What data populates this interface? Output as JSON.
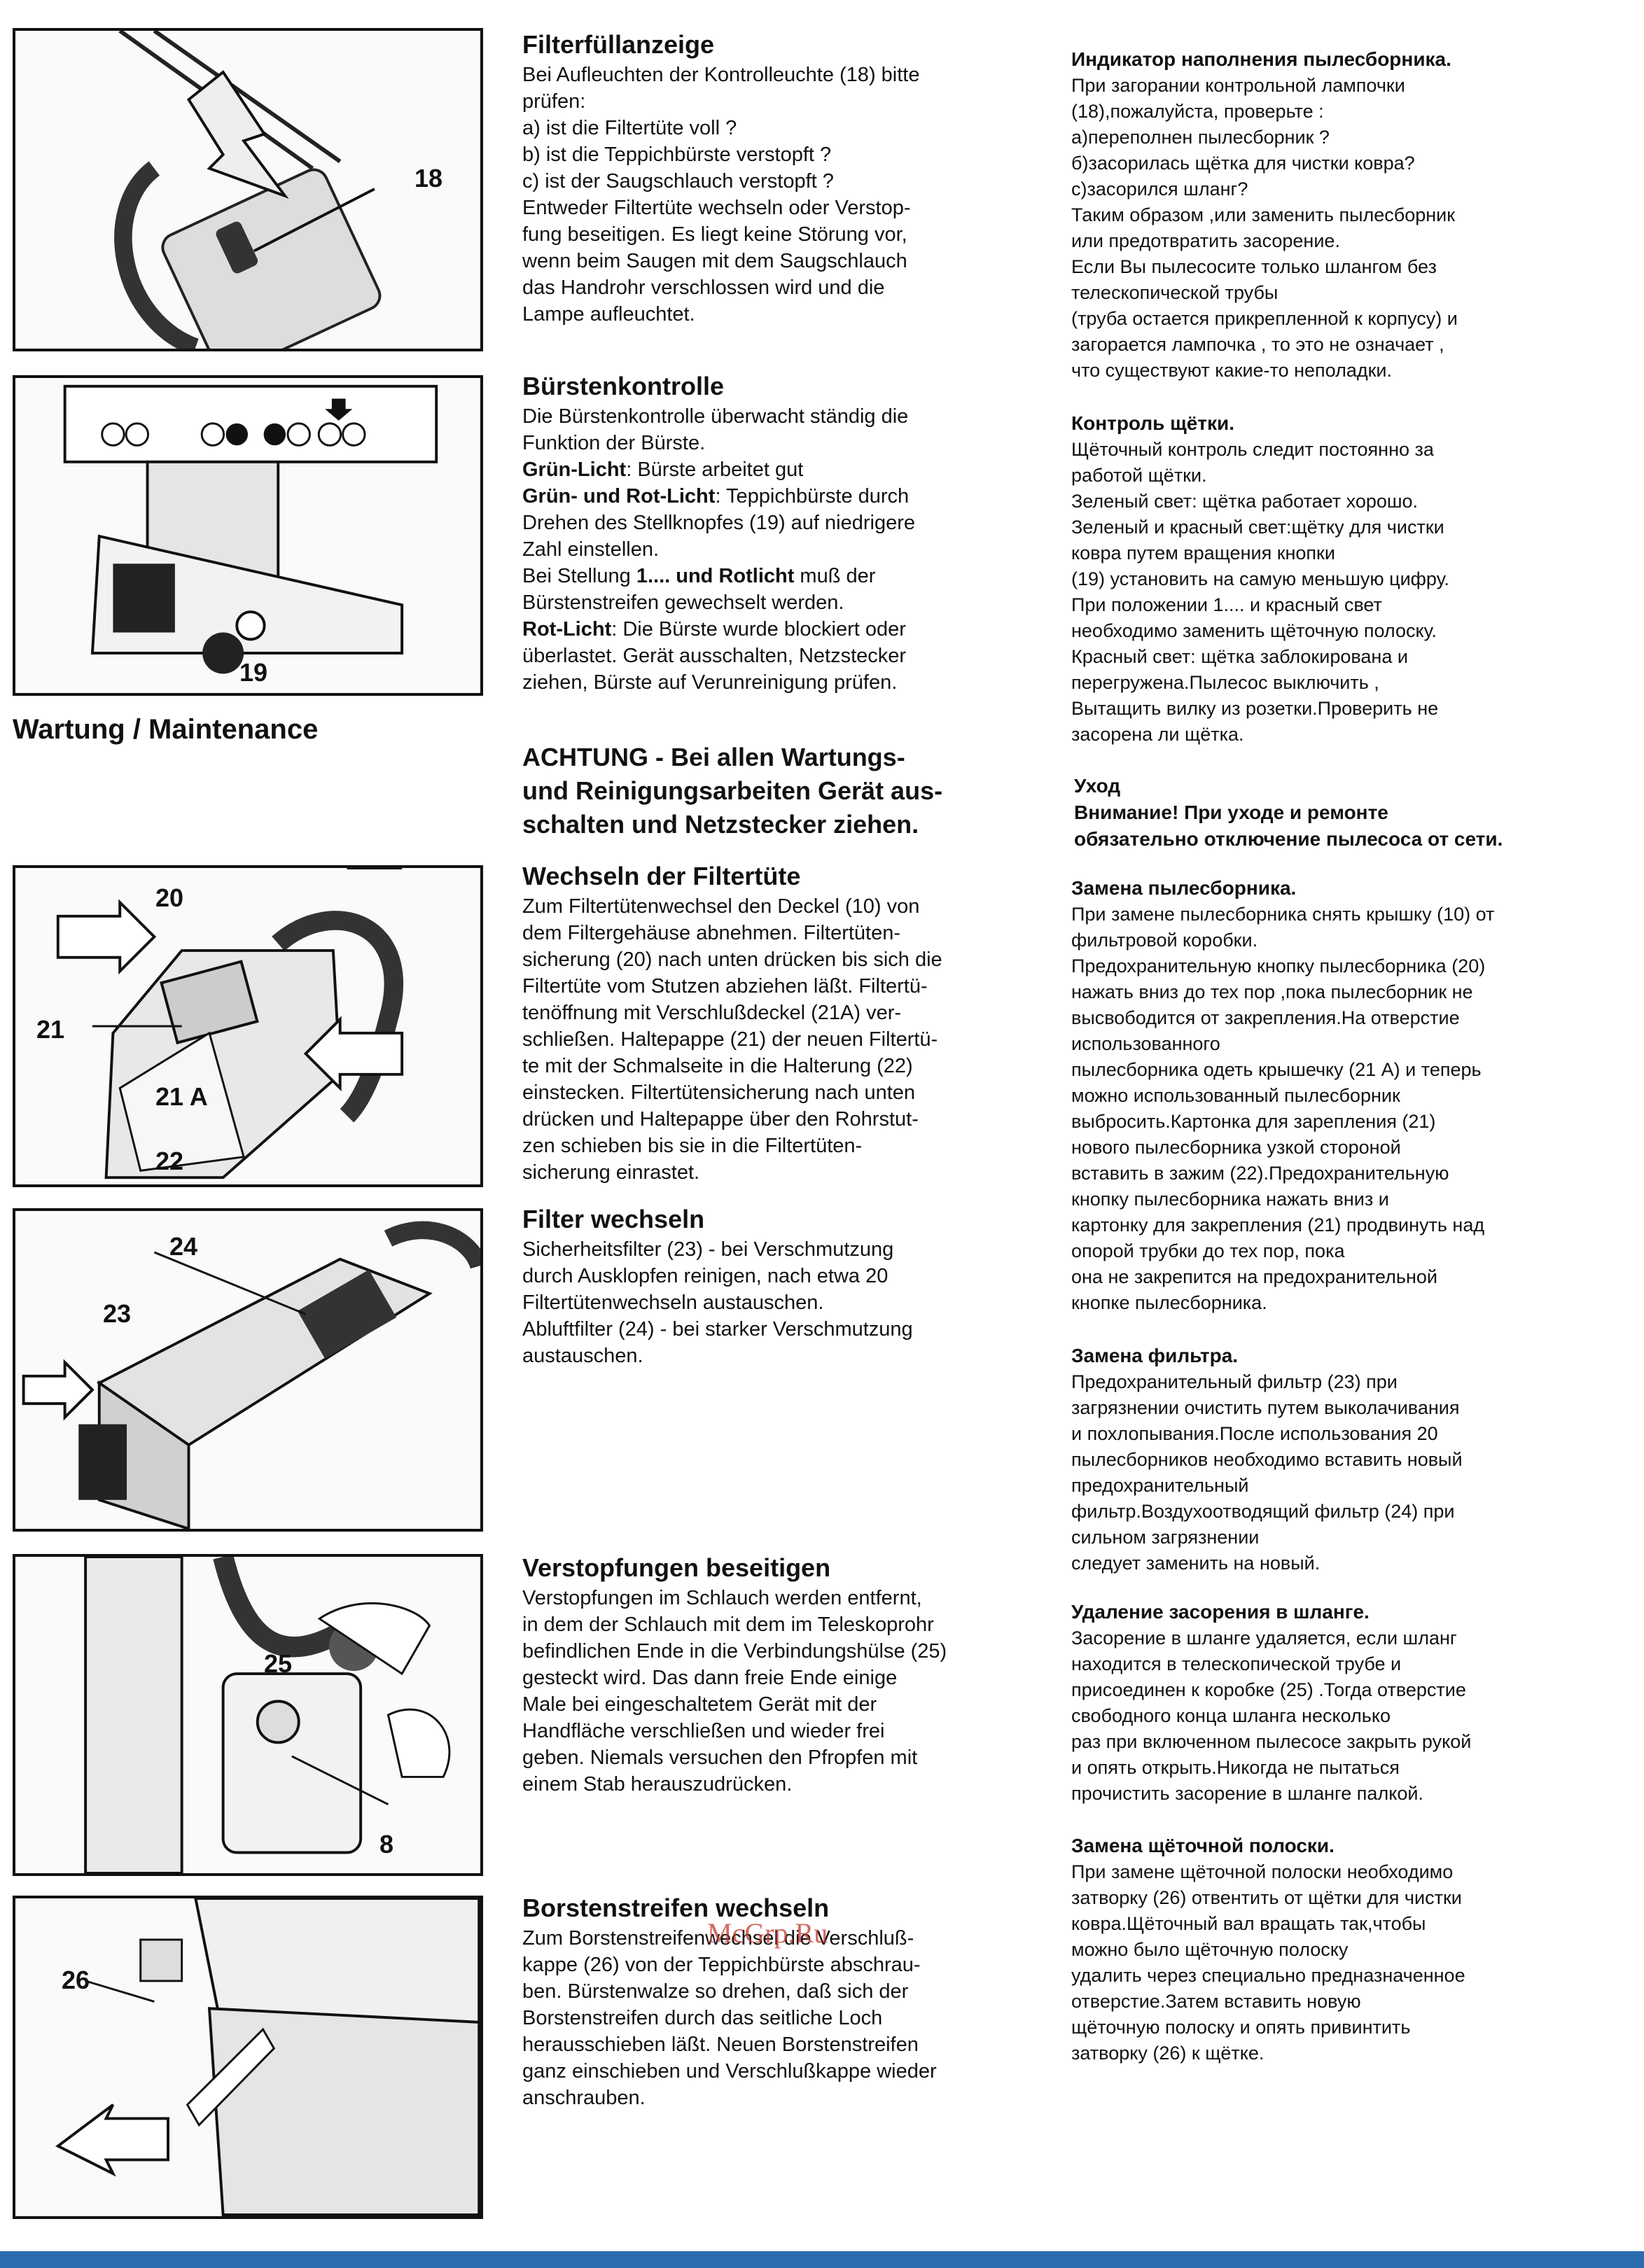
{
  "section_heading": "Wartung / Maintenance",
  "figures": [
    {
      "callouts": [
        "18"
      ]
    },
    {
      "callouts": [
        "19"
      ]
    },
    {
      "callouts": [
        "20",
        "21",
        "21 A",
        "22"
      ]
    },
    {
      "callouts": [
        "24",
        "23"
      ]
    },
    {
      "callouts": [
        "25",
        "8"
      ]
    },
    {
      "callouts": [
        "26"
      ]
    }
  ],
  "de": {
    "filter_indicator": {
      "title": "Filterfüllanzeige",
      "lines": [
        "Bei Aufleuchten der Kontrolleuchte (18) bitte",
        "prüfen:",
        "a) ist die Filtertüte voll ?",
        "b) ist die Teppichbürste verstopft ?",
        "c) ist der Saugschlauch verstopft ?",
        "Entweder Filtertüte wechseln oder Verstop-",
        "fung beseitigen. Es liegt keine Störung vor,",
        "wenn beim Saugen mit dem Saugschlauch",
        "das Handrohr verschlossen wird und die",
        "Lampe aufleuchtet."
      ]
    },
    "brush_control": {
      "title": "Bürstenkontrolle",
      "line1": "Die Bürstenkontrolle überwacht ständig die",
      "line2": "Funktion der Bürste.",
      "green_label": "Grün-Licht",
      "green_text": ": Bürste arbeitet gut",
      "greenred_label": "Grün- und Rot-Licht",
      "greenred_text": ": Teppichbürste durch",
      "line5": "Drehen des Stellknopfes (19) auf niedrigere",
      "line6": "Zahl einstellen.",
      "pos_pre": "Bei Stellung ",
      "pos_bold": "1.... und Rotlicht",
      "pos_post": " muß der",
      "line8": "Bürstenstreifen gewechselt werden.",
      "red_label": "Rot-Licht",
      "red_text": ": Die Bürste wurde blockiert oder",
      "line10": "überlastet. Gerät ausschalten, Netzstecker",
      "line11": "ziehen, Bürste auf Verunreinigung prüfen."
    },
    "warning_lines": [
      "ACHTUNG - Bei allen Wartungs-",
      "und Reinigungsarbeiten Gerät aus-",
      "schalten und Netzstecker ziehen."
    ],
    "change_bag": {
      "title": "Wechseln der Filtertüte",
      "lines": [
        "Zum Filtertütenwechsel den Deckel (10) von",
        "dem Filtergehäuse abnehmen. Filtertüten-",
        "sicherung (20) nach unten drücken bis sich die",
        "Filtertüte vom Stutzen abziehen läßt. Filtertü-",
        "tenöffnung mit Verschlußdeckel (21A) ver-",
        "schließen. Haltepappe (21) der neuen Filtertü-",
        "te mit der Schmalseite in die Halterung (22)",
        "einstecken. Filtertütensicherung nach unten",
        "drücken und Haltepappe über den Rohrstut-",
        "zen schieben bis sie in die Filtertüten-",
        "sicherung einrastet."
      ]
    },
    "change_filter": {
      "title": "Filter wechseln",
      "lines": [
        "Sicherheitsfilter (23) - bei Verschmutzung",
        "durch Ausklopfen reinigen, nach etwa 20",
        "Filtertütenwechseln austauschen.",
        "Abluftfilter (24) - bei starker Verschmutzung",
        "austauschen."
      ]
    },
    "blockages": {
      "title": "Verstopfungen beseitigen",
      "lines": [
        "Verstopfungen im Schlauch werden entfernt,",
        "in dem der Schlauch mit dem im Teleskoprohr",
        "befindlichen Ende in die Verbindungshülse (25)",
        "gesteckt wird. Das dann freie Ende einige",
        "Male bei eingeschaltetem Gerät mit der",
        "Handfläche verschließen und wieder frei",
        "geben. Niemals versuchen den Pfropfen mit",
        "einem Stab herauszudrücken."
      ]
    },
    "bristle_strip": {
      "title": "Borstenstreifen wechseln",
      "lines": [
        "Zum Borstenstreifenwechsel die Verschluß-",
        "kappe (26) von der Teppichbürste abschrau-",
        "ben. Bürstenwalze so drehen, daß sich der",
        "Borstenstreifen durch das seitliche Loch",
        "herausschieben läßt. Neuen Borstenstreifen",
        "ganz einschieben und Verschlußkappe wieder",
        "anschrauben."
      ]
    }
  },
  "ru": {
    "indicator": {
      "title": "Индикатор наполнения пылесборника.",
      "lines": [
        "При загорании контрольной лампочки",
        "(18),пожалуйста, проверьте :",
        "а)переполнен пылесборник ?",
        "б)засорилась щётка для чистки ковра?",
        "с)засорился шланг?",
        "Таким образом ,или заменить пылесборник",
        "или предотвратить засорение.",
        "Если Вы пылесосите только шлангом  без",
        "телескопической трубы",
        "(труба остается прикрепленной к корпусу) и",
        "загорается лампочка , то это не означает ,",
        "что существуют какие-то неполадки."
      ]
    },
    "brush": {
      "title": "Контроль щётки.",
      "lines": [
        "Щёточный контроль следит постоянно за",
        "работой щётки.",
        "Зеленый свет: щётка работает хорошо.",
        "Зеленый и красный свет:щётку для чистки",
        "ковра путем вращения кнопки",
        "(19) установить на самую меньшую цифру.",
        "При положении 1.... и красный свет",
        "необходимо заменить щёточную полоску.",
        "Красный свет: щётка заблокирована и",
        "перегружена.Пылесос выключить ,",
        "Вытащить вилку из розетки.Проверить не",
        "засорена ли щётка."
      ]
    },
    "care_title": "Уход",
    "warning_lines": [
      "Внимание! При уходе и ремонте",
      "обязательно отключение  пылесоса от сети."
    ],
    "bag": {
      "title": "Замена пылесборника.",
      "lines": [
        "При замене пылесборника снять крышку (10) от",
        "фильтровой коробки.",
        "Предохранительную кнопку пылесборника (20)",
        "нажать вниз до тех пор ,пока пылесборник не",
        "высвободится от закрепления.На отверстие",
        "использованного",
        "пылесборника одеть крышечку (21 А) и теперь",
        "можно использованный пылесборник",
        "выбросить.Картонка для зарепления (21)",
        "нового пылесборника узкой стороной",
        "вставить в зажим (22).Предохранительную",
        "кнопку пылесборника нажать вниз и",
        "картонку для закрепления (21) продвинуть над",
        "опорой трубки до тех пор, пока",
        "она не закрепится на предохранительной",
        "кнопке пылесборника."
      ]
    },
    "filter": {
      "title": "Замена фильтра.",
      "lines": [
        "Предохранительный фильтр (23) при",
        "загрязнении очистить путем выколачивания",
        "и похлопывания.После использования 20",
        "пылесборников необходимо вставить новый",
        "предохранительный",
        "фильтр.Воздухоотводящий фильтр (24) при",
        "сильном загрязнении",
        "следует заменить на новый."
      ]
    },
    "hose": {
      "title": "Удаление засорения в шланге.",
      "lines": [
        "Засорение в шланге удаляется, если шланг",
        "находится в телескопической трубе и",
        "присоединен к коробке (25) .Тогда отверстие",
        "свободного конца шланга несколько",
        "раз при включенном пылесосе закрыть рукой",
        "и опять открыть.Никогда не пытаться",
        "прочистить засорение в шланге палкой."
      ]
    },
    "strip": {
      "title": "Замена щёточной полоски.",
      "lines": [
        "При замене щёточной полоски необходимо",
        "затворку (26) отвентить от щётки для чистки",
        "ковра.Щёточный вал вращать так,чтобы",
        "можно было щёточную полоску",
        "удалить через специально предназначенное",
        "отверстие.Затем вставить новую",
        "щёточную полоску  и опять привинтить",
        "затворку (26) к щётке."
      ]
    }
  },
  "watermark": "McGrp.Ru"
}
